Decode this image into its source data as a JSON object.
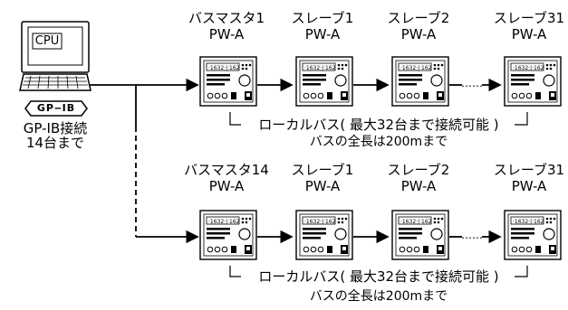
{
  "controller": {
    "cpu_label": "CPU",
    "gpib_badge": "GP‒IB",
    "connection_line1": "GP-IB接続",
    "connection_line2": "14台まで"
  },
  "groups": [
    {
      "units": [
        {
          "name": "バスマスタ1",
          "model": "PW-A"
        },
        {
          "name": "スレーブ1",
          "model": "PW-A"
        },
        {
          "name": "スレーブ2",
          "model": "PW-A"
        },
        {
          "name": "スレーブ31",
          "model": "PW-A"
        }
      ],
      "bus_caption": "ローカルバス( 最大32台まで接続可能 )",
      "bus_length": "バスの全長は200mまで"
    },
    {
      "units": [
        {
          "name": "バスマスタ14",
          "model": "PW-A"
        },
        {
          "name": "スレーブ1",
          "model": "PW-A"
        },
        {
          "name": "スレーブ2",
          "model": "PW-A"
        },
        {
          "name": "スレーブ31",
          "model": "PW-A"
        }
      ],
      "bus_caption": "ローカルバス( 最大32台まで接続可能 )",
      "bus_length": "バスの全長は200mまで"
    }
  ],
  "ellipsis": "……"
}
